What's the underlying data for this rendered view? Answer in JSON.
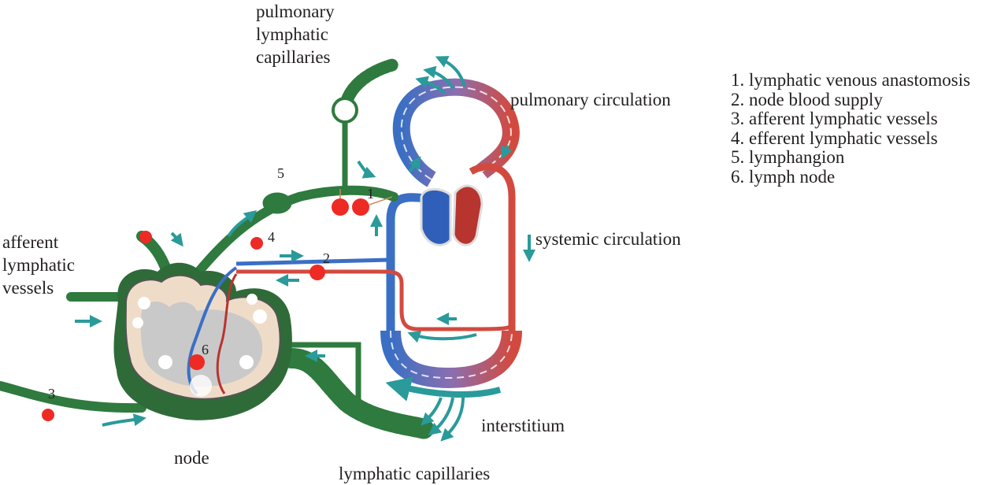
{
  "labels": {
    "pulmonary_lymphatic_capillaries": [
      "pulmonary",
      "lymphatic",
      "capillaries"
    ],
    "afferent_lymphatic_vessels": [
      "afferent",
      "lymphatic",
      "vessels"
    ],
    "pulmonary_circulation": "pulmonary circulation",
    "systemic_circulation": "systemic circulation",
    "interstitium": "interstitium",
    "node": "node",
    "lymphatic_capillaries": "lymphatic capillaries"
  },
  "markers": [
    "1",
    "2",
    "3",
    "4",
    "5",
    "6"
  ],
  "legend": [
    "1. lymphatic venous anastomosis",
    "2. node blood supply",
    "3. afferent lymphatic vessels",
    "4. efferent lymphatic vessels",
    "5. lymphangion",
    "6. lymph node"
  ],
  "colors": {
    "lymph_green": "#2f7a3e",
    "vein_blue": "#3a6fc4",
    "artery_red": "#d24a3f",
    "flow_arrow": "#2a9a9a",
    "marker_red": "#ee2a24",
    "node_grey": "#c9c9c9",
    "node_cortex": "#efdcc8"
  }
}
